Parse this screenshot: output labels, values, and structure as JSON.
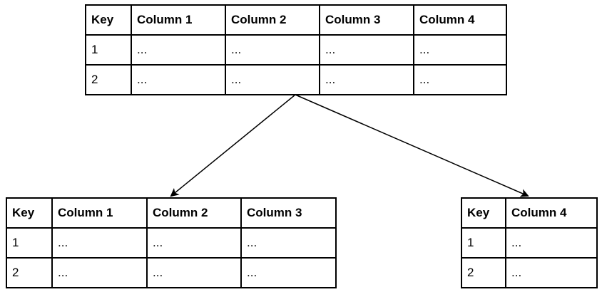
{
  "tables": {
    "main": {
      "headers": [
        "Key",
        "Column 1",
        "Column 2",
        "Column 3",
        "Column 4"
      ],
      "rows": [
        [
          "1",
          "...",
          "...",
          "...",
          "..."
        ],
        [
          "2",
          "...",
          "...",
          "...",
          "..."
        ]
      ]
    },
    "left": {
      "headers": [
        "Key",
        "Column 1",
        "Column 2",
        "Column 3"
      ],
      "rows": [
        [
          "1",
          "...",
          "...",
          "..."
        ],
        [
          "2",
          "...",
          "...",
          "..."
        ]
      ]
    },
    "right": {
      "headers": [
        "Key",
        "Column 4"
      ],
      "rows": [
        [
          "1",
          "..."
        ],
        [
          "2",
          "..."
        ]
      ]
    }
  },
  "colors": {
    "line": "#000000",
    "background": "#ffffff"
  }
}
